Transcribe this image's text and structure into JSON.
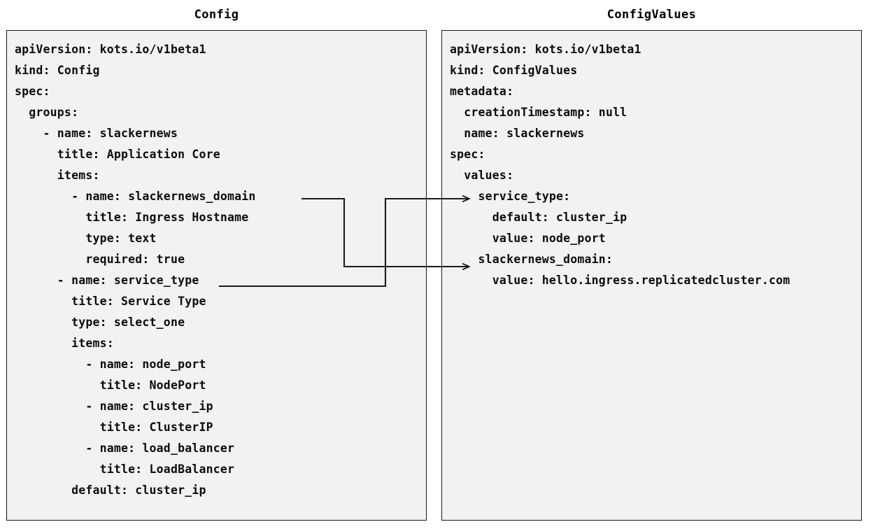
{
  "diagram": {
    "title_left": "Config",
    "title_right": "ConfigValues",
    "background_color": "#ffffff",
    "panel_fill": "#f2f2f2",
    "panel_border": "#1a1a1a",
    "text_color": "#0d0d0d",
    "connector_color": "#1a1a1a"
  },
  "left_panel": {
    "heading": "Config",
    "lines": [
      "apiVersion: kots.io/v1beta1",
      "kind: Config",
      "spec:",
      "  groups:",
      "    - name: slackernews",
      "      title: Application Core",
      "      items:",
      "        - name: slackernews_domain",
      "          title: Ingress Hostname",
      "          type: text",
      "          required: true",
      "      - name: service_type",
      "        title: Service Type",
      "        type: select_one",
      "        items:",
      "          - name: node_port",
      "            title: NodePort",
      "          - name: cluster_ip",
      "            title: ClusterIP",
      "          - name: load_balancer",
      "            title: LoadBalancer",
      "        default: cluster_ip"
    ]
  },
  "right_panel": {
    "heading": "ConfigValues",
    "lines": [
      "apiVersion: kots.io/v1beta1",
      "kind: ConfigValues",
      "metadata:",
      "  creationTimestamp: null",
      "  name: slackernews",
      "spec:",
      "  values:",
      "    service_type:",
      "      default: cluster_ip",
      "      value: node_port",
      "    slackernews_domain:",
      "      value: hello.ingress.replicatedcluster.com"
    ]
  },
  "connectors": [
    {
      "id": "slackernews-domain-link",
      "from_label": "slackernews_domain",
      "to_label": "slackernews_domain:",
      "arrowhead": "open-triangle"
    },
    {
      "id": "service-type-link",
      "from_label": "service_type",
      "to_label": "service_type:",
      "arrowhead": "open-triangle"
    }
  ]
}
